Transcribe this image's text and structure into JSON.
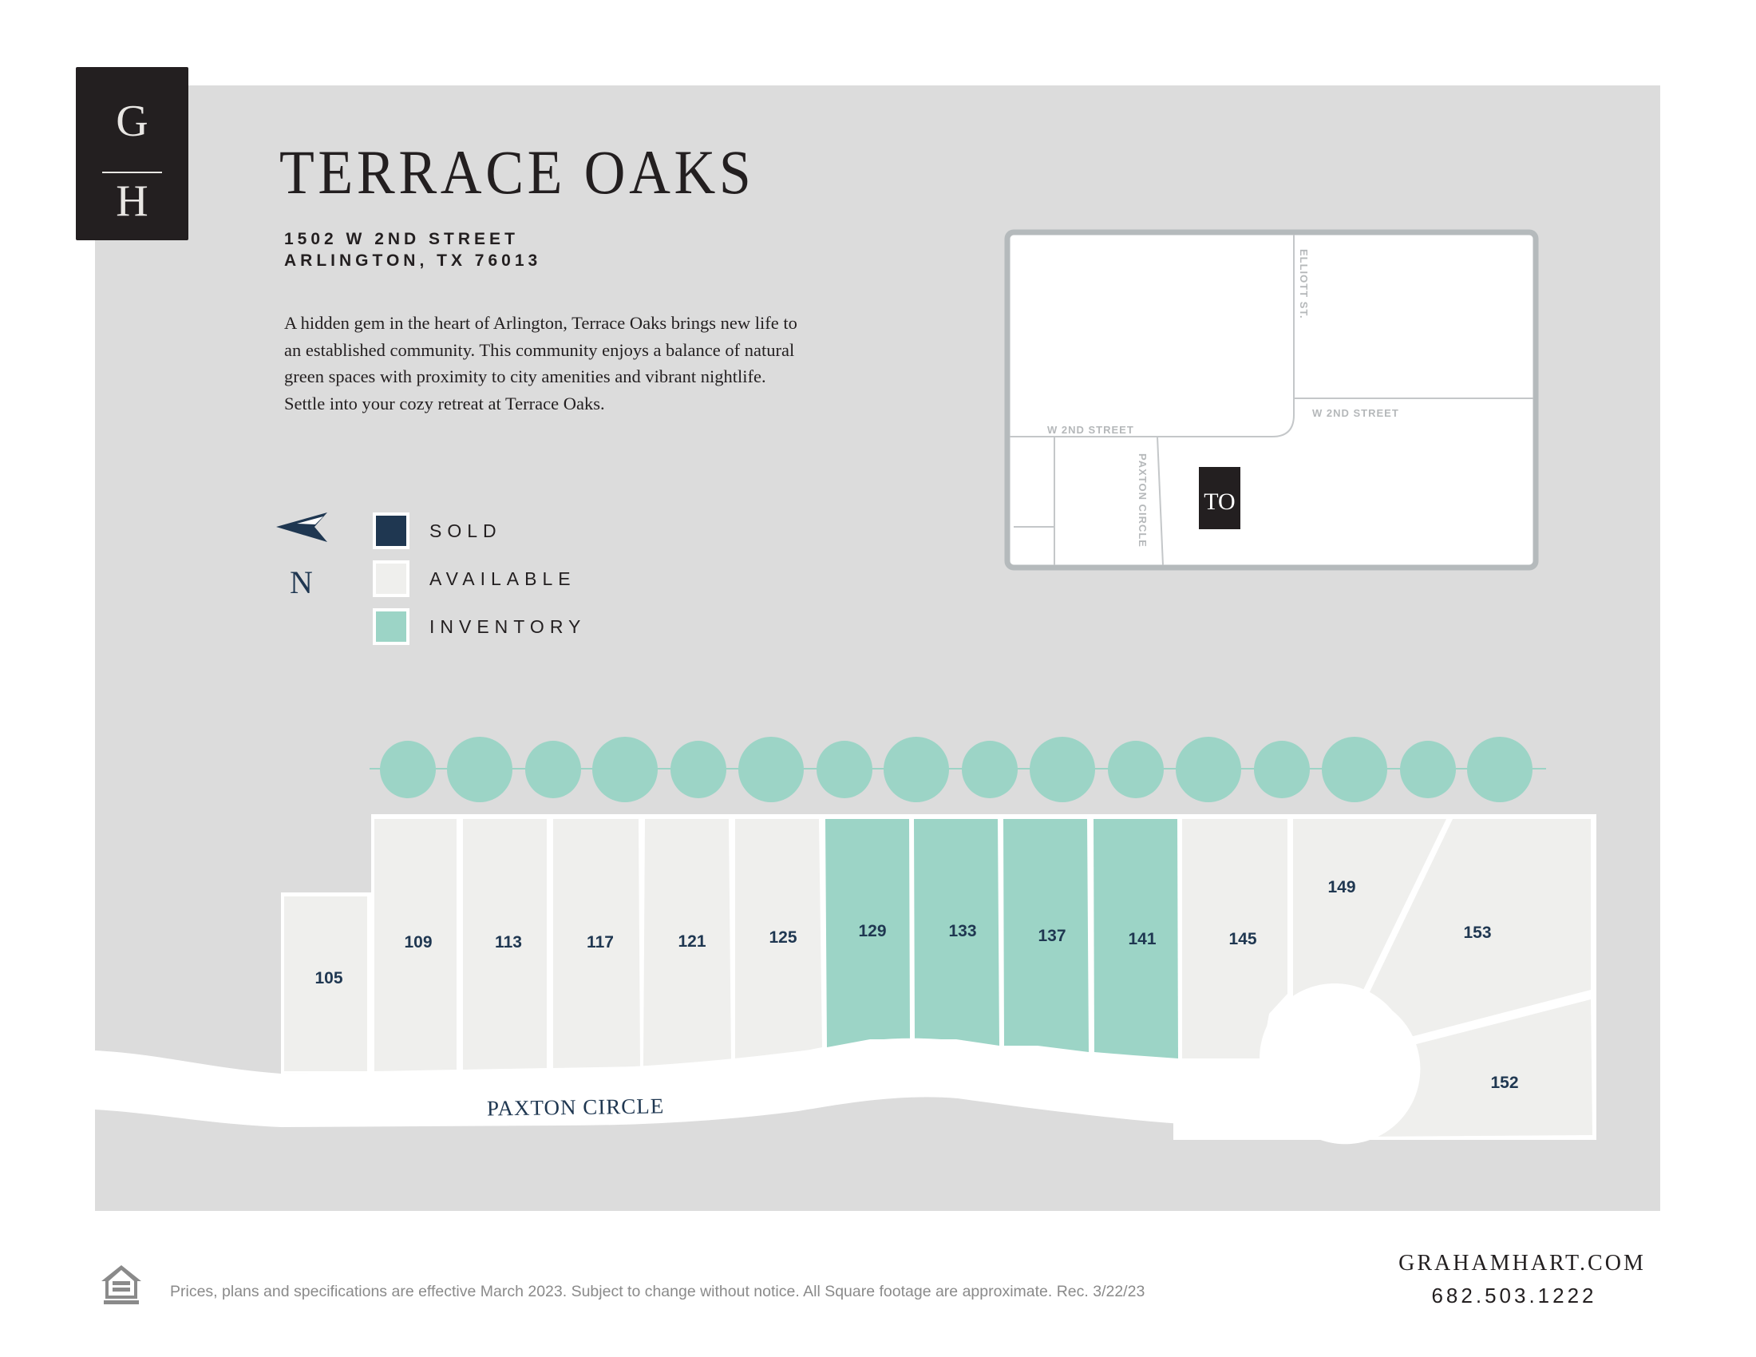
{
  "brand": {
    "logo_top": "G",
    "logo_bottom": "H",
    "website": "GRAHAMHART.COM",
    "phone": "682.503.1222"
  },
  "community": {
    "name": "TERRACE OAKS",
    "address_line1": "1502 W 2ND STREET",
    "address_line2": "ARLINGTON, TX 76013",
    "description": "A hidden gem in the heart of Arlington, Terrace Oaks brings new life to an established community. This community enjoys a balance of natural green spaces with proximity to city amenities and vibrant nightlife. Settle into your cozy retreat at Terrace Oaks."
  },
  "compass": {
    "label": "N",
    "icon": "north-arrow-icon"
  },
  "legend": [
    {
      "status": "sold",
      "label": "SOLD",
      "color": "#1f3751"
    },
    {
      "status": "available",
      "label": "AVAILABLE",
      "color": "#efefed"
    },
    {
      "status": "inventory",
      "label": "INVENTORY",
      "color": "#9cd4c6"
    }
  ],
  "colors": {
    "panel": "#dcdcdc",
    "sold": "#1f3751",
    "available": "#efefed",
    "inventory": "#9cd4c6",
    "trees": "#9cd4c6",
    "label": "#1f3751",
    "dark": "#231f20"
  },
  "vicinity_map": {
    "streets": [
      "ELLIOTT ST.",
      "W 2ND STREET",
      "W 2ND STREET",
      "PAXTON CIRCLE"
    ],
    "marker": "TO"
  },
  "site_plan": {
    "street": "PAXTON CIRCLE",
    "lots": [
      {
        "number": "105",
        "status": "available"
      },
      {
        "number": "109",
        "status": "available"
      },
      {
        "number": "113",
        "status": "available"
      },
      {
        "number": "117",
        "status": "available"
      },
      {
        "number": "121",
        "status": "available"
      },
      {
        "number": "125",
        "status": "available"
      },
      {
        "number": "129",
        "status": "inventory"
      },
      {
        "number": "133",
        "status": "inventory"
      },
      {
        "number": "137",
        "status": "inventory"
      },
      {
        "number": "141",
        "status": "inventory"
      },
      {
        "number": "145",
        "status": "available"
      },
      {
        "number": "149",
        "status": "available"
      },
      {
        "number": "153",
        "status": "available"
      },
      {
        "number": "152",
        "status": "available"
      }
    ],
    "tree_count": 16
  },
  "footer": {
    "disclaimer": "Prices, plans and specifications are effective March 2023. Subject to change without notice. All Square footage are approximate. Rec.  3/22/23",
    "equal_housing_icon": "equal-housing-opportunity-icon"
  }
}
